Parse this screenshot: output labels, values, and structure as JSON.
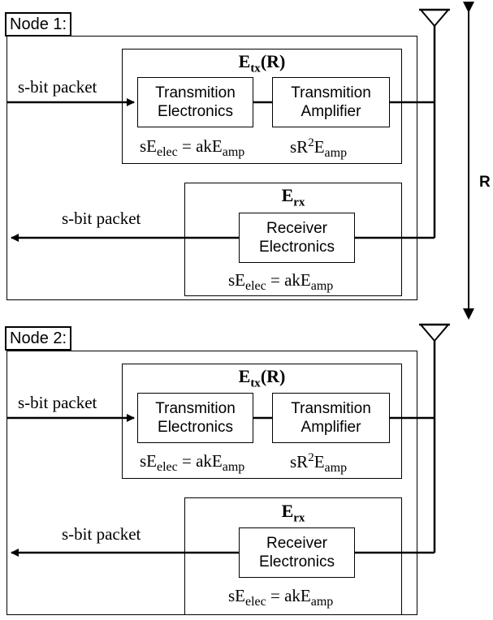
{
  "distance_label": "R",
  "nodes": [
    {
      "label": "Node 1:",
      "tx": {
        "title_main": "E",
        "title_sub": "tx",
        "title_arg": "(R)",
        "input_label": "s-bit packet",
        "block1": [
          "Transmition",
          "Electronics"
        ],
        "block2": [
          "Transmition",
          "Amplifier"
        ],
        "eq1": {
          "a": "sE",
          "a_sub": "elec",
          "mid": " = akE",
          "b_sub": "amp"
        },
        "eq2": {
          "a": "sR",
          "a_sup": "2",
          "mid": "E",
          "b_sub": "amp"
        }
      },
      "rx": {
        "title_main": "E",
        "title_sub": "rx",
        "output_label": "s-bit packet",
        "block": [
          "Receiver",
          "Electronics"
        ],
        "eq": {
          "a": "sE",
          "a_sub": "elec",
          "mid": " = akE",
          "b_sub": "amp"
        }
      }
    },
    {
      "label": "Node 2:",
      "tx": {
        "title_main": "E",
        "title_sub": "tx",
        "title_arg": "(R)",
        "input_label": "s-bit packet",
        "block1": [
          "Transmition",
          "Electronics"
        ],
        "block2": [
          "Transmition",
          "Amplifier"
        ],
        "eq1": {
          "a": "sE",
          "a_sub": "elec",
          "mid": " = akE",
          "b_sub": "amp"
        },
        "eq2": {
          "a": "sR",
          "a_sup": "2",
          "mid": "E",
          "b_sub": "amp"
        }
      },
      "rx": {
        "title_main": "E",
        "title_sub": "rx",
        "output_label": "s-bit packet",
        "block": [
          "Receiver",
          "Electronics"
        ],
        "eq": {
          "a": "sE",
          "a_sub": "elec",
          "mid": " = akE",
          "b_sub": "amp"
        }
      }
    }
  ]
}
